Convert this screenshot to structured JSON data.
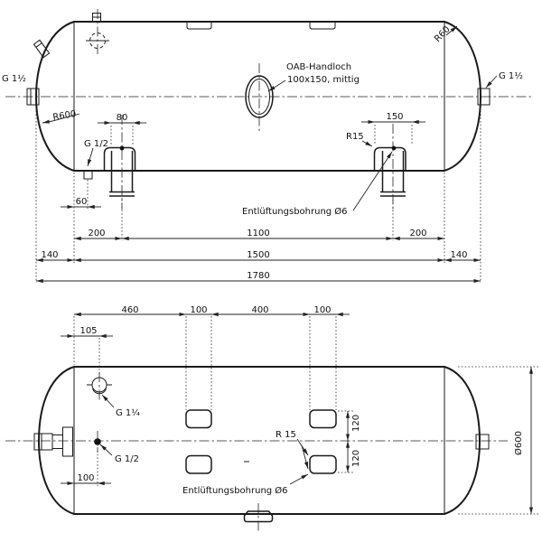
{
  "drawing_title": "Horizontal pressure vessel - dimensioned views",
  "side_view": {
    "fittings": {
      "g_left": "G 1½",
      "g_right": "G 1½",
      "g_bottom": "G 1/2",
      "handhole_line1": "OAB-Handloch",
      "handhole_line2": "100x150, mittig",
      "vent": "Entlüftungsbohrung Ø6"
    },
    "radii": {
      "head": "R600",
      "knuckle": "R60",
      "saddle": "R15"
    },
    "dims": {
      "leg_width": "80",
      "saddle_width": "150",
      "g12_offset": "60",
      "foot_left": "200",
      "foot_spacing": "1100",
      "foot_right": "200",
      "head_left": "140",
      "shell_length": "1500",
      "head_right": "140",
      "overall_length": "1780"
    }
  },
  "plan_view": {
    "fittings": {
      "g_114": "G 1¼",
      "g_12": "G 1/2",
      "vent": "Entlüftungsbohrung Ø6"
    },
    "radii": {
      "pad": "R 15"
    },
    "dims": {
      "pad_offset": "460",
      "pad_width_left": "100",
      "pad_gap": "400",
      "pad_width_right": "100",
      "g114_offset": "105",
      "g12_offset": "100",
      "pad_row_upper": "120",
      "pad_row_lower": "120",
      "diameter": "Ø600"
    }
  }
}
